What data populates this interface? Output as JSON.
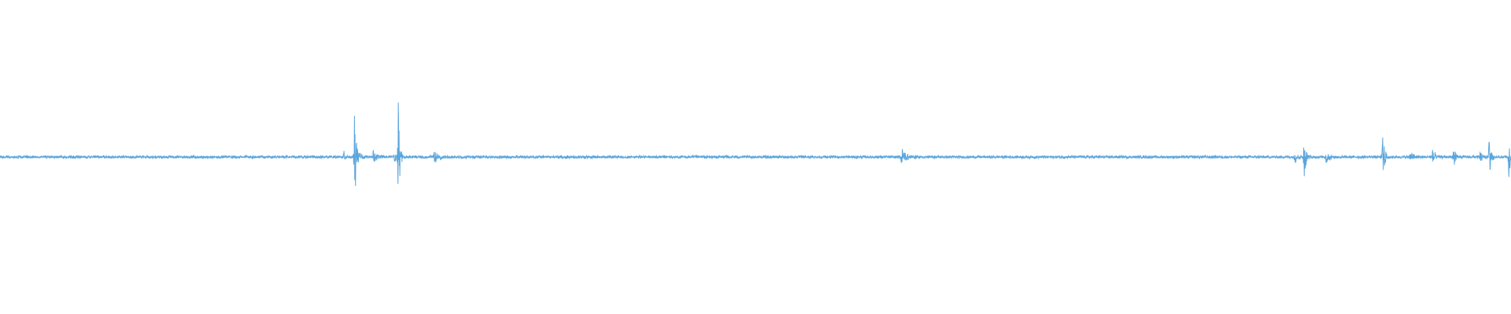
{
  "waveform": {
    "color": "#5aa5dc",
    "duration_fraction_note": "",
    "baseline_noise_amplitude": 0.02,
    "events": [
      {
        "t": 0.2275,
        "amp": 0.1,
        "decay": 0.001
      },
      {
        "t": 0.2345,
        "amp": 0.78,
        "decay": 0.0015
      },
      {
        "t": 0.247,
        "amp": 0.12,
        "decay": 0.003
      },
      {
        "t": 0.261,
        "amp": 0.08,
        "decay": 0.002
      },
      {
        "t": 0.2635,
        "amp": 0.95,
        "decay": 0.001
      },
      {
        "t": 0.287,
        "amp": 0.12,
        "decay": 0.0025
      },
      {
        "t": 0.596,
        "amp": 0.18,
        "decay": 0.004
      },
      {
        "t": 0.857,
        "amp": 0.12,
        "decay": 0.002
      },
      {
        "t": 0.863,
        "amp": 0.38,
        "decay": 0.0012
      },
      {
        "t": 0.8775,
        "amp": 0.14,
        "decay": 0.002
      },
      {
        "t": 0.915,
        "amp": 0.46,
        "decay": 0.0012
      },
      {
        "t": 0.933,
        "amp": 0.1,
        "decay": 0.0025
      },
      {
        "t": 0.948,
        "amp": 0.14,
        "decay": 0.002
      },
      {
        "t": 0.962,
        "amp": 0.26,
        "decay": 0.0012
      },
      {
        "t": 0.9795,
        "amp": 0.1,
        "decay": 0.002
      },
      {
        "t": 0.9855,
        "amp": 0.36,
        "decay": 0.0012
      },
      {
        "t": 0.9985,
        "amp": 0.4,
        "decay": 0.001
      }
    ]
  }
}
